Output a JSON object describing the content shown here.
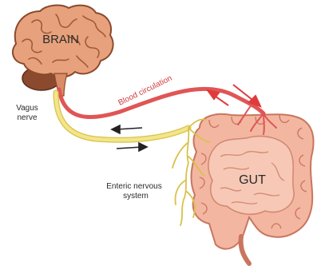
{
  "labels": {
    "brain": "BRAIN",
    "gut": "GUT",
    "vagus_line1": "Vagus",
    "vagus_line2": "nerve",
    "blood": "Blood circulation",
    "enteric_line1": "Enteric nervous",
    "enteric_line2": "system"
  },
  "colors": {
    "brain_fill": "#e7a27d",
    "brain_stroke": "#8a4a2c",
    "cerebellum": "#8b4a2e",
    "vagus_nerve": "#f2e58a",
    "vagus_edge": "#d9c24a",
    "blood_vessel": "#e05555",
    "gut_fill": "#f3b6a1",
    "gut_stroke": "#c9765e",
    "arrow_dark": "#222222",
    "arrow_red": "#e03a3a"
  }
}
